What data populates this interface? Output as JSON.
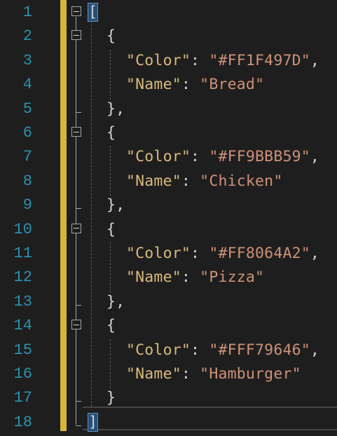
{
  "editor": {
    "language": "json",
    "lines": [
      {
        "number": "1",
        "tokens": [
          {
            "t": "[",
            "c": "punct",
            "hl": true
          }
        ]
      },
      {
        "number": "2",
        "tokens": [
          {
            "t": "{",
            "c": "punct"
          }
        ]
      },
      {
        "number": "3",
        "tokens": [
          {
            "t": "\"Color\"",
            "c": "key"
          },
          {
            "t": ": ",
            "c": "punct"
          },
          {
            "t": "\"#FF1F497D\"",
            "c": "str"
          },
          {
            "t": ",",
            "c": "punct"
          }
        ]
      },
      {
        "number": "4",
        "tokens": [
          {
            "t": "\"Name\"",
            "c": "key"
          },
          {
            "t": ": ",
            "c": "punct"
          },
          {
            "t": "\"Bread\"",
            "c": "str"
          }
        ]
      },
      {
        "number": "5",
        "tokens": [
          {
            "t": "},",
            "c": "punct"
          }
        ]
      },
      {
        "number": "6",
        "tokens": [
          {
            "t": "{",
            "c": "punct"
          }
        ]
      },
      {
        "number": "7",
        "tokens": [
          {
            "t": "\"Color\"",
            "c": "key"
          },
          {
            "t": ": ",
            "c": "punct"
          },
          {
            "t": "\"#FF9BBB59\"",
            "c": "str"
          },
          {
            "t": ",",
            "c": "punct"
          }
        ]
      },
      {
        "number": "8",
        "tokens": [
          {
            "t": "\"Name\"",
            "c": "key"
          },
          {
            "t": ": ",
            "c": "punct"
          },
          {
            "t": "\"Chicken\"",
            "c": "str"
          }
        ]
      },
      {
        "number": "9",
        "tokens": [
          {
            "t": "},",
            "c": "punct"
          }
        ]
      },
      {
        "number": "10",
        "tokens": [
          {
            "t": "{",
            "c": "punct"
          }
        ]
      },
      {
        "number": "11",
        "tokens": [
          {
            "t": "\"Color\"",
            "c": "key"
          },
          {
            "t": ": ",
            "c": "punct"
          },
          {
            "t": "\"#FF8064A2\"",
            "c": "str"
          },
          {
            "t": ",",
            "c": "punct"
          }
        ]
      },
      {
        "number": "12",
        "tokens": [
          {
            "t": "\"Name\"",
            "c": "key"
          },
          {
            "t": ": ",
            "c": "punct"
          },
          {
            "t": "\"Pizza\"",
            "c": "str"
          }
        ]
      },
      {
        "number": "13",
        "tokens": [
          {
            "t": "},",
            "c": "punct"
          }
        ]
      },
      {
        "number": "14",
        "tokens": [
          {
            "t": "{",
            "c": "punct"
          }
        ]
      },
      {
        "number": "15",
        "tokens": [
          {
            "t": "\"Color\"",
            "c": "key"
          },
          {
            "t": ": ",
            "c": "punct"
          },
          {
            "t": "\"#FFF79646\"",
            "c": "str"
          },
          {
            "t": ",",
            "c": "punct"
          }
        ]
      },
      {
        "number": "16",
        "tokens": [
          {
            "t": "\"Name\"",
            "c": "key"
          },
          {
            "t": ": ",
            "c": "punct"
          },
          {
            "t": "\"Hamburger\"",
            "c": "str"
          }
        ]
      },
      {
        "number": "17",
        "tokens": [
          {
            "t": "}",
            "c": "punct"
          }
        ]
      },
      {
        "number": "18",
        "tokens": [
          {
            "t": "]",
            "c": "punct",
            "hl": true
          }
        ]
      }
    ]
  },
  "colors": {
    "background": "#1e1e1e",
    "line_number": "#2b91af",
    "json_key": "#d7ba7d",
    "json_string": "#ce9178",
    "punctuation": "#d4d4d4",
    "change_margin": "#d7b637",
    "bracket_highlight": "#264f78"
  },
  "icons": {
    "fold_toggle": "minus-box-icon"
  }
}
